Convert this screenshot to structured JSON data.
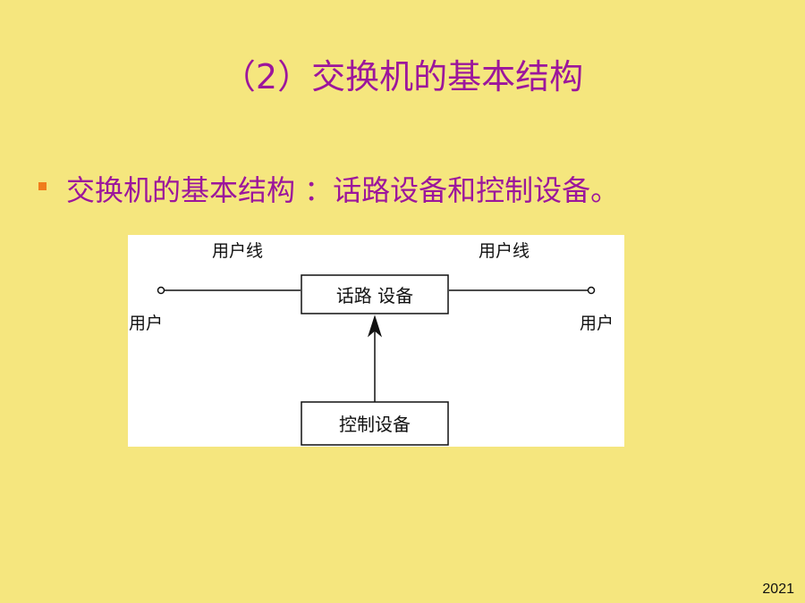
{
  "slide": {
    "title": "（2）交换机的基本结构",
    "bullet": "交换机的基本结构 ：话路设备和控制设备。",
    "page_number": "2021"
  },
  "diagram": {
    "left_line_label": "用户线",
    "right_line_label": "用户线",
    "left_user_label": "用户",
    "right_user_label": "用户",
    "switching_box_label": "话路 设备",
    "control_box_label": "控制设备"
  },
  "colors": {
    "background": "#f5e67e",
    "title": "#9c169c",
    "bullet_marker": "#f07c1c"
  }
}
